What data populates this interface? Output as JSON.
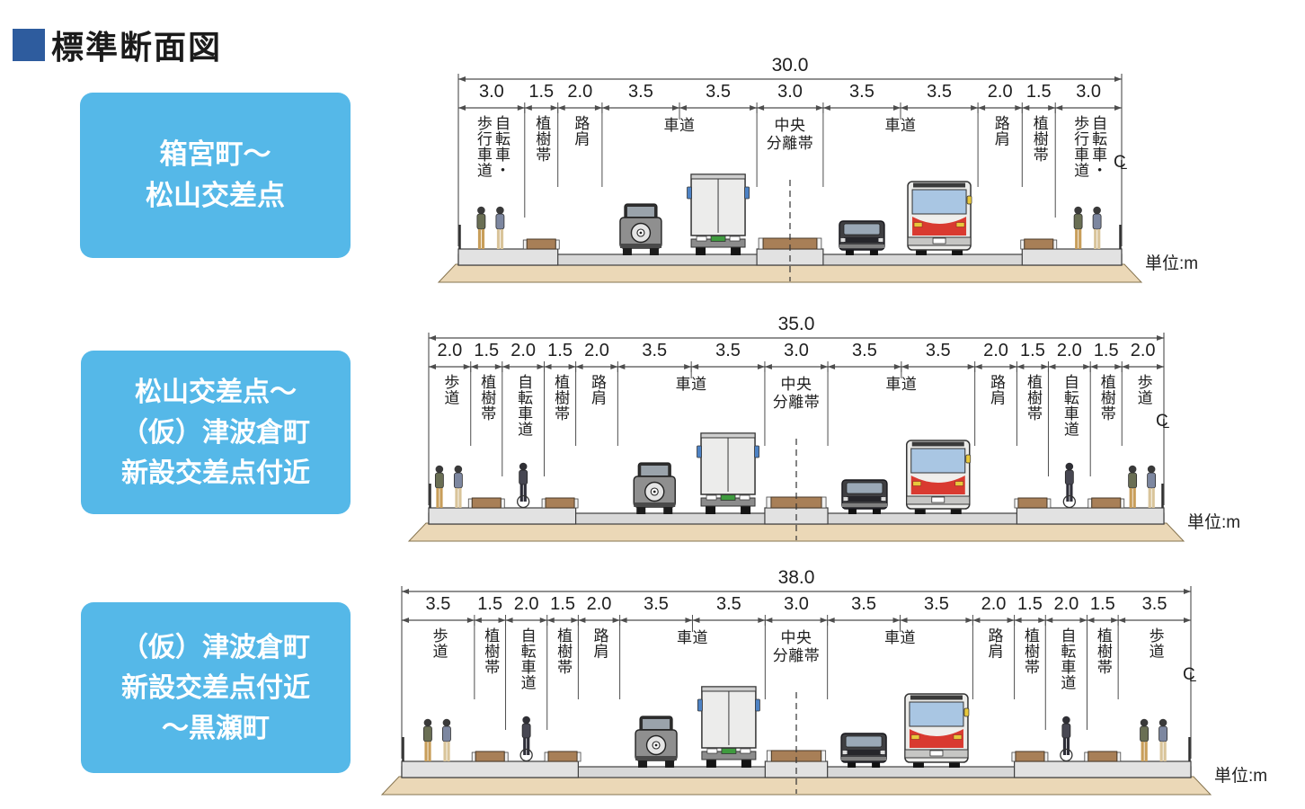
{
  "page": {
    "heading": "標準断面図",
    "unit_label": "単位:m",
    "centerline_symbol": "CL"
  },
  "colors": {
    "accent_blue": "#55B8E8",
    "heading_square": "#2E5C9E",
    "dim_line": "#4D4D4D",
    "road_gray": "#D8D8D8",
    "curb_gray": "#E2E2E2",
    "ground_tan": "#EBD8B7",
    "planting_brown": "#A87F57",
    "bus_red": "#D93A30",
    "windshield_blue": "#A9C6E3"
  },
  "sections": [
    {
      "range_label_lines": "箱宮町〜\n松山交差点",
      "total_width_m": "30.0",
      "segments": [
        "3.0",
        "1.5",
        "2.0",
        "3.5",
        "3.5",
        "3.0",
        "3.5",
        "3.5",
        "2.0",
        "1.5",
        "3.0"
      ],
      "zones": [
        {
          "label": "自転車・\n歩行車道",
          "span": [
            0,
            0
          ],
          "orientation": "vertical"
        },
        {
          "label": "植樹帯",
          "span": [
            1,
            1
          ],
          "orientation": "vertical"
        },
        {
          "label": "路肩",
          "span": [
            2,
            2
          ],
          "orientation": "vertical"
        },
        {
          "label": "車道",
          "span": [
            3,
            4
          ],
          "orientation": "horizontal"
        },
        {
          "label": "中央\n分離帯",
          "span": [
            5,
            5
          ],
          "orientation": "horizontal",
          "centerline": true
        },
        {
          "label": "車道",
          "span": [
            6,
            7
          ],
          "orientation": "horizontal"
        },
        {
          "label": "路肩",
          "span": [
            8,
            8
          ],
          "orientation": "vertical"
        },
        {
          "label": "植樹帯",
          "span": [
            9,
            9
          ],
          "orientation": "vertical"
        },
        {
          "label": "自転車・\n歩行車道",
          "span": [
            10,
            10
          ],
          "orientation": "vertical"
        }
      ],
      "graphics": [
        {
          "icon": "pedestrians-icon",
          "segment": 0
        },
        {
          "icon": "planting-strip-icon",
          "segment": 1
        },
        {
          "icon": "suv-icon",
          "segment": 3
        },
        {
          "icon": "truck-icon",
          "segment": 4
        },
        {
          "icon": "median-strip-icon",
          "segment": 5
        },
        {
          "icon": "van-icon",
          "segment": 6
        },
        {
          "icon": "bus-icon",
          "segment": 7
        },
        {
          "icon": "planting-strip-icon",
          "segment": 9
        },
        {
          "icon": "pedestrians-icon",
          "segment": 10
        }
      ]
    },
    {
      "range_label_lines": "松山交差点〜\n（仮）津波倉町\n新設交差点付近",
      "total_width_m": "35.0",
      "segments": [
        "2.0",
        "1.5",
        "2.0",
        "1.5",
        "2.0",
        "3.5",
        "3.5",
        "3.0",
        "3.5",
        "3.5",
        "2.0",
        "1.5",
        "2.0",
        "1.5",
        "2.0"
      ],
      "zones": [
        {
          "label": "歩道",
          "span": [
            0,
            0
          ],
          "orientation": "vertical"
        },
        {
          "label": "植樹帯",
          "span": [
            1,
            1
          ],
          "orientation": "vertical"
        },
        {
          "label": "自転車道",
          "span": [
            2,
            2
          ],
          "orientation": "vertical"
        },
        {
          "label": "植樹帯",
          "span": [
            3,
            3
          ],
          "orientation": "vertical"
        },
        {
          "label": "路肩",
          "span": [
            4,
            4
          ],
          "orientation": "vertical"
        },
        {
          "label": "車道",
          "span": [
            5,
            6
          ],
          "orientation": "horizontal"
        },
        {
          "label": "中央\n分離帯",
          "span": [
            7,
            7
          ],
          "orientation": "horizontal",
          "centerline": true
        },
        {
          "label": "車道",
          "span": [
            8,
            9
          ],
          "orientation": "horizontal"
        },
        {
          "label": "路肩",
          "span": [
            10,
            10
          ],
          "orientation": "vertical"
        },
        {
          "label": "植樹帯",
          "span": [
            11,
            11
          ],
          "orientation": "vertical"
        },
        {
          "label": "自転車道",
          "span": [
            12,
            12
          ],
          "orientation": "vertical"
        },
        {
          "label": "植樹帯",
          "span": [
            13,
            13
          ],
          "orientation": "vertical"
        },
        {
          "label": "歩道",
          "span": [
            14,
            14
          ],
          "orientation": "vertical"
        }
      ],
      "graphics": [
        {
          "icon": "pedestrians-icon",
          "segment": 0
        },
        {
          "icon": "planting-strip-icon",
          "segment": 1
        },
        {
          "icon": "cyclist-icon",
          "segment": 2
        },
        {
          "icon": "planting-strip-icon",
          "segment": 3
        },
        {
          "icon": "suv-icon",
          "segment": 5
        },
        {
          "icon": "truck-icon",
          "segment": 6
        },
        {
          "icon": "median-strip-icon",
          "segment": 7
        },
        {
          "icon": "van-icon",
          "segment": 8
        },
        {
          "icon": "bus-icon",
          "segment": 9
        },
        {
          "icon": "planting-strip-icon",
          "segment": 11
        },
        {
          "icon": "cyclist-icon",
          "segment": 12
        },
        {
          "icon": "planting-strip-icon",
          "segment": 13
        },
        {
          "icon": "pedestrians-icon",
          "segment": 14
        }
      ]
    },
    {
      "range_label_lines": "（仮）津波倉町\n新設交差点付近\n〜黒瀬町",
      "total_width_m": "38.0",
      "segments": [
        "3.5",
        "1.5",
        "2.0",
        "1.5",
        "2.0",
        "3.5",
        "3.5",
        "3.0",
        "3.5",
        "3.5",
        "2.0",
        "1.5",
        "2.0",
        "1.5",
        "3.5"
      ],
      "zones": [
        {
          "label": "歩道",
          "span": [
            0,
            0
          ],
          "orientation": "vertical"
        },
        {
          "label": "植樹帯",
          "span": [
            1,
            1
          ],
          "orientation": "vertical"
        },
        {
          "label": "自転車道",
          "span": [
            2,
            2
          ],
          "orientation": "vertical"
        },
        {
          "label": "植樹帯",
          "span": [
            3,
            3
          ],
          "orientation": "vertical"
        },
        {
          "label": "路肩",
          "span": [
            4,
            4
          ],
          "orientation": "vertical"
        },
        {
          "label": "車道",
          "span": [
            5,
            6
          ],
          "orientation": "horizontal"
        },
        {
          "label": "中央\n分離帯",
          "span": [
            7,
            7
          ],
          "orientation": "horizontal",
          "centerline": true
        },
        {
          "label": "車道",
          "span": [
            8,
            9
          ],
          "orientation": "horizontal"
        },
        {
          "label": "路肩",
          "span": [
            10,
            10
          ],
          "orientation": "vertical"
        },
        {
          "label": "植樹帯",
          "span": [
            11,
            11
          ],
          "orientation": "vertical"
        },
        {
          "label": "自転車道",
          "span": [
            12,
            12
          ],
          "orientation": "vertical"
        },
        {
          "label": "植樹帯",
          "span": [
            13,
            13
          ],
          "orientation": "vertical"
        },
        {
          "label": "歩道",
          "span": [
            14,
            14
          ],
          "orientation": "vertical"
        }
      ],
      "graphics": [
        {
          "icon": "pedestrians-icon",
          "segment": 0
        },
        {
          "icon": "planting-strip-icon",
          "segment": 1
        },
        {
          "icon": "cyclist-icon",
          "segment": 2
        },
        {
          "icon": "planting-strip-icon",
          "segment": 3
        },
        {
          "icon": "suv-icon",
          "segment": 5
        },
        {
          "icon": "truck-icon",
          "segment": 6
        },
        {
          "icon": "median-strip-icon",
          "segment": 7
        },
        {
          "icon": "van-icon",
          "segment": 8
        },
        {
          "icon": "bus-icon",
          "segment": 9
        },
        {
          "icon": "planting-strip-icon",
          "segment": 11
        },
        {
          "icon": "cyclist-icon",
          "segment": 12
        },
        {
          "icon": "planting-strip-icon",
          "segment": 13
        },
        {
          "icon": "pedestrians-icon",
          "segment": 14
        }
      ]
    }
  ]
}
